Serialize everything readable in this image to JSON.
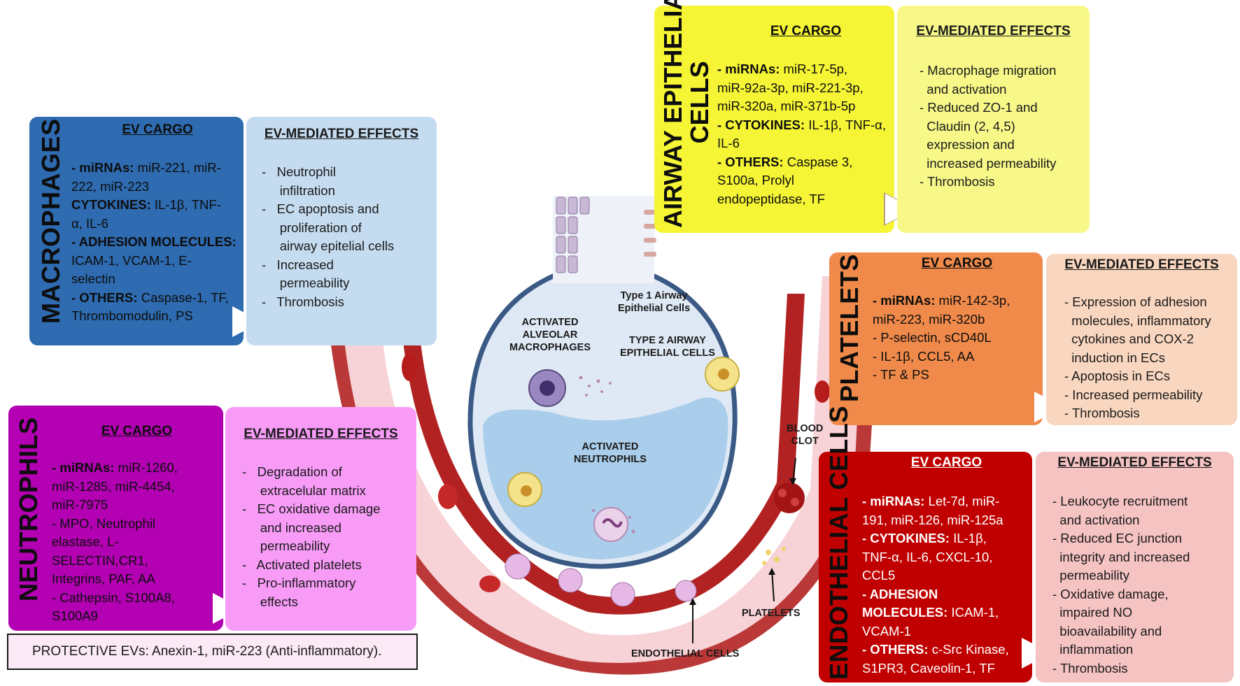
{
  "macrophages": {
    "title": "MACROPHAGES",
    "cargo_heading": "EV CARGO",
    "cargo_lines": [
      {
        "b": "- miRNAs:",
        "t": " miR-221, miR-"
      },
      {
        "b": "",
        "t": "222, miR-223"
      },
      {
        "b": " CYTOKINES:",
        "t": " IL-1β, TNF-"
      },
      {
        "b": "",
        "t": "α, IL-6"
      },
      {
        "b": "- ADHESION MOLECULES:",
        "t": ""
      },
      {
        "b": "",
        "t": "ICAM-1, VCAM-1, E-"
      },
      {
        "b": "",
        "t": "selectin"
      },
      {
        "b": "- OTHERS:",
        "t": " Caspase-1, TF,"
      },
      {
        "b": "",
        "t": "Thrombomodulin,  PS"
      }
    ],
    "effects_heading": "EV-MEDIATED EFFECTS",
    "effects_lines": [
      "-   Neutrophil",
      "     infiltration",
      "-   EC apoptosis and",
      "     proliferation of",
      "     airway epitelial cells",
      "-   Increased",
      "     permeability",
      "-   Thrombosis"
    ]
  },
  "airway": {
    "title_line1": "AIRWAY EPITHELIAL",
    "title_line2": "CELLS",
    "cargo_heading": "EV CARGO",
    "cargo_lines": [
      {
        "b": "- miRNAs:",
        "t": " miR-17-5p,"
      },
      {
        "b": "",
        "t": "miR-92a-3p, miR-221-3p,"
      },
      {
        "b": "",
        "t": "miR-320a, miR-371b-5p"
      },
      {
        "b": "- CYTOKINES:",
        "t": " IL-1β, TNF-α,"
      },
      {
        "b": "",
        "t": "IL-6"
      },
      {
        "b": "- OTHERS:",
        "t": " Caspase 3,"
      },
      {
        "b": "",
        "t": "S100a, Prolyl"
      },
      {
        "b": "",
        "t": "endopeptidase, TF"
      }
    ],
    "effects_heading": "EV-MEDIATED EFFECTS",
    "effects_lines": [
      "- Macrophage migration",
      "  and activation",
      "- Reduced ZO-1 and",
      "  Claudin (2, 4,5)",
      "  expression and",
      "  increased permeability",
      "- Thrombosis"
    ]
  },
  "platelets": {
    "title": "PLATELETS",
    "cargo_heading": "EV CARGO",
    "cargo_lines": [
      {
        "b": "- miRNAs:",
        "t": " miR-142-3p,"
      },
      {
        "b": "",
        "t": "miR-223, miR-320b"
      },
      {
        "b": "",
        "t": "- P-selectin, sCD40L"
      },
      {
        "b": "",
        "t": "- IL-1β, CCL5, AA"
      },
      {
        "b": "",
        "t": "- TF & PS"
      }
    ],
    "effects_heading": "EV-MEDIATED EFFECTS",
    "effects_lines": [
      "- Expression of adhesion",
      "  molecules, inflammatory",
      "  cytokines and COX-2",
      "  induction in ECs",
      "- Apoptosis in ECs",
      "- Increased permeability",
      "- Thrombosis"
    ]
  },
  "neutrophils": {
    "title": "NEUTROPHILS",
    "cargo_heading": "EV CARGO",
    "cargo_lines": [
      {
        "b": "- miRNAs:",
        "t": " miR-1260,"
      },
      {
        "b": "",
        "t": "miR-1285, miR-4454,"
      },
      {
        "b": "",
        "t": "miR-7975"
      },
      {
        "b": "",
        "t": "- MPO, Neutrophil"
      },
      {
        "b": "",
        "t": "elastase, L-"
      },
      {
        "b": "",
        "t": "SELECTIN,CR1,"
      },
      {
        "b": "",
        "t": "Integrins, PAF, AA"
      },
      {
        "b": "",
        "t": "- Cathepsin, S100A8,"
      },
      {
        "b": "",
        "t": "S100A9"
      }
    ],
    "effects_heading": "EV-MEDIATED EFFECTS",
    "effects_lines": [
      "-   Degradation of",
      "     extracelular matrix",
      "-   EC oxidative damage",
      "     and increased",
      "     permeability",
      "-   Activated platelets",
      "-   Pro-inflammatory",
      "     effects"
    ]
  },
  "endothelial": {
    "title": "ENDOTHELIAL CELLS",
    "cargo_heading": "EV CARGO",
    "cargo_lines": [
      {
        "b": "- miRNAs:",
        "t": " Let-7d, miR-"
      },
      {
        "b": "",
        "t": "191, miR-126, miR-125a"
      },
      {
        "b": "- CYTOKINES:",
        "t": " IL-1β,"
      },
      {
        "b": "",
        "t": "TNF-α, IL-6, CXCL-10,"
      },
      {
        "b": "",
        "t": "CCL5"
      },
      {
        "b": "- ADHESION",
        "t": ""
      },
      {
        "b": "MOLECULES:",
        "t": " ICAM-1,"
      },
      {
        "b": "",
        "t": "VCAM-1"
      },
      {
        "b": "- OTHERS:",
        "t": " c-Src Kinase,"
      },
      {
        "b": "",
        "t": "S1PR3, Caveolin-1, TF"
      }
    ],
    "effects_heading": "EV-MEDIATED EFFECTS",
    "effects_lines": [
      "- Leukocyte recruitment",
      "  and activation",
      "- Reduced EC junction",
      "  integrity and increased",
      "  permeability",
      "- Oxidative damage,",
      "  impaired NO",
      "  bioavailability and",
      "  inflammation",
      "- Thrombosis"
    ]
  },
  "protective": "PROTECTIVE EVs: Anexin-1, miR-223 (Anti-inflammatory).",
  "diagram_labels": {
    "type1_line1": "Type 1 Airway",
    "type1_line2": "Epithelial Cells",
    "type2_line1": "TYPE 2 AIRWAY",
    "type2_line2": "EPITHELIAL  CELLS",
    "macro_line1": "ACTIVATED",
    "macro_line2": "ALVEOLAR",
    "macro_line3": "MACROPHAGES",
    "neut_line1": "ACTIVATED",
    "neut_line2": "NEUTROPHILS",
    "clot_line1": "BLOOD",
    "clot_line2": "CLOT",
    "platelets": "PLATELETS",
    "endothelial": "ENDOTHELIAL  CELLS"
  },
  "colors": {
    "macro_cargo": "#2e6bb0",
    "macro_effects": "#c5dcf0",
    "airway": "#f5f536",
    "airway_effects": "#f8f889",
    "platelet_cargo": "#f08a4b",
    "platelet_effects": "#f9d6bf",
    "neut_cargo": "#b200b2",
    "neut_effects": "#f79bf7",
    "endo_cargo": "#c00000",
    "endo_effects": "#f6c3c3"
  }
}
